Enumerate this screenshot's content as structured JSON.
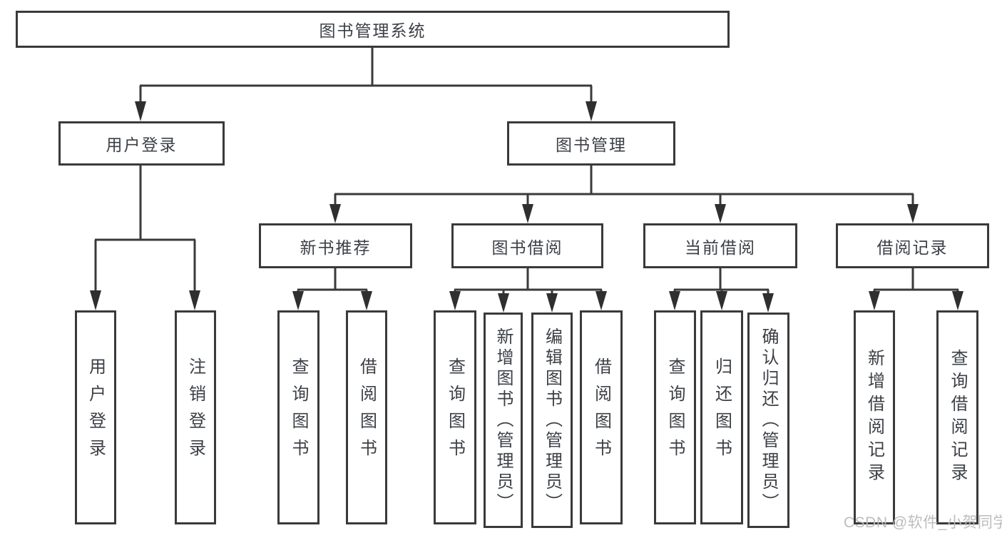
{
  "tree": {
    "label": "图书管理系统",
    "children": [
      {
        "label": "用户登录",
        "children": [
          {
            "label": "用户登录"
          },
          {
            "label": "注销登录"
          }
        ]
      },
      {
        "label": "图书管理",
        "children": [
          {
            "label": "新书推荐",
            "children": [
              {
                "label": "查询图书"
              },
              {
                "label": "借阅图书"
              }
            ]
          },
          {
            "label": "图书借阅",
            "children": [
              {
                "label": "查询图书"
              },
              {
                "label": "新增图书（管理员）"
              },
              {
                "label": "编辑图书（管理员）"
              },
              {
                "label": "借阅图书"
              }
            ]
          },
          {
            "label": "当前借阅",
            "children": [
              {
                "label": "查询图书"
              },
              {
                "label": "归还图书"
              },
              {
                "label": "确认归还（管理员）"
              }
            ]
          },
          {
            "label": "借阅记录",
            "children": [
              {
                "label": "新增借阅记录"
              },
              {
                "label": "查询借阅记录"
              }
            ]
          }
        ]
      }
    ]
  },
  "watermark": "CSDN @软件_小贺同学",
  "colors": {
    "line": "#3a3a3a",
    "arrow": "#2f2f2f",
    "text": "#3c4046",
    "background": "#ffffff",
    "watermark": "#b9b9b9"
  }
}
